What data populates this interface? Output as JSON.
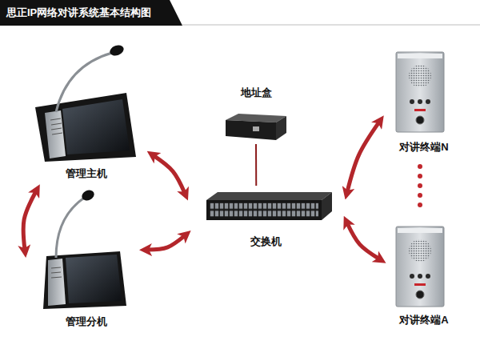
{
  "diagram": {
    "title": "思正IP网络对讲系统基本结构图",
    "nodes": [
      {
        "text": [
          "管理主机"
        ]
      },
      {
        "text": [
          "地址盒"
        ]
      },
      {
        "text": [
          "对讲终端N"
        ]
      },
      {
        "text": [
          "交换机"
        ]
      },
      {
        "text": [
          "管理分机"
        ]
      },
      {
        "text": [
          "对讲终端A"
        ]
      }
    ],
    "edges": [
      {
        "from": 0,
        "to": 3,
        "arrow": "both"
      },
      {
        "from": 0,
        "to": 4,
        "arrow": "both"
      },
      {
        "from": 4,
        "to": 3,
        "arrow": "both"
      },
      {
        "from": 3,
        "to": 2,
        "arrow": "both"
      },
      {
        "from": 3,
        "to": 5,
        "arrow": "both"
      },
      {
        "from": 1,
        "to": 3,
        "arrow": "none"
      }
    ]
  }
}
